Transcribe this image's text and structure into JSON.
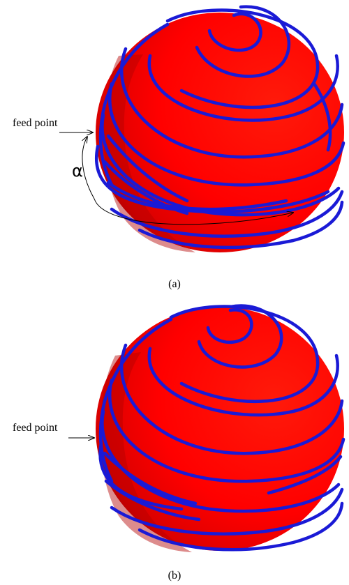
{
  "panel_a": {
    "caption": "(a)",
    "feed_label": "feed point",
    "angle_label": "α"
  },
  "panel_b": {
    "caption": "(b)",
    "feed_label": "feed point"
  },
  "colors": {
    "sphere": "#ff0000",
    "sphere_shadow": "#b00000",
    "wire": "#1a1ad6",
    "annotation": "#000000",
    "background": "#ffffff"
  }
}
